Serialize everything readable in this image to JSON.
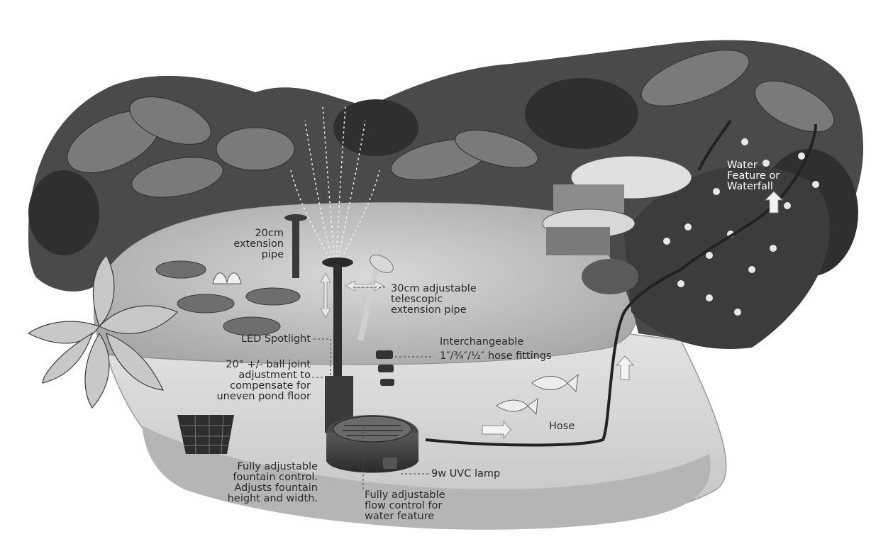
{
  "labels": {
    "extension_pipe": "20cm\nextension\npipe",
    "telescopic_pipe": "30cm adjustable\ntelescopic\nextension pipe",
    "led_spotlight": "LED Spotlight",
    "ball_joint": "20° +/- ball joint\nadjustment to\ncompensate for\nuneven pond floor",
    "hose_fittings_title": "Interchangeable",
    "hose_fittings_sizes": "1″/¾″/½″ hose fittings",
    "hose": "Hose",
    "uvc_lamp": "9w UVC lamp",
    "fountain_control": "Fully adjustable\nfountain control.\nAdjusts fountain\nheight and width.",
    "flow_control": "Fully adjustable\nflow control for\nwater feature",
    "water_feature": "Water\nFeature or\nWaterfall"
  },
  "colors": {
    "text": "#2a2a2a",
    "foliage_dark": "#3b3b3b",
    "foliage_mid": "#6a6a6a",
    "foliage_light": "#a8a8a8",
    "water": "#b9b9b9",
    "water_deep": "#cfcfcf",
    "pump": "#3a3a3a"
  }
}
